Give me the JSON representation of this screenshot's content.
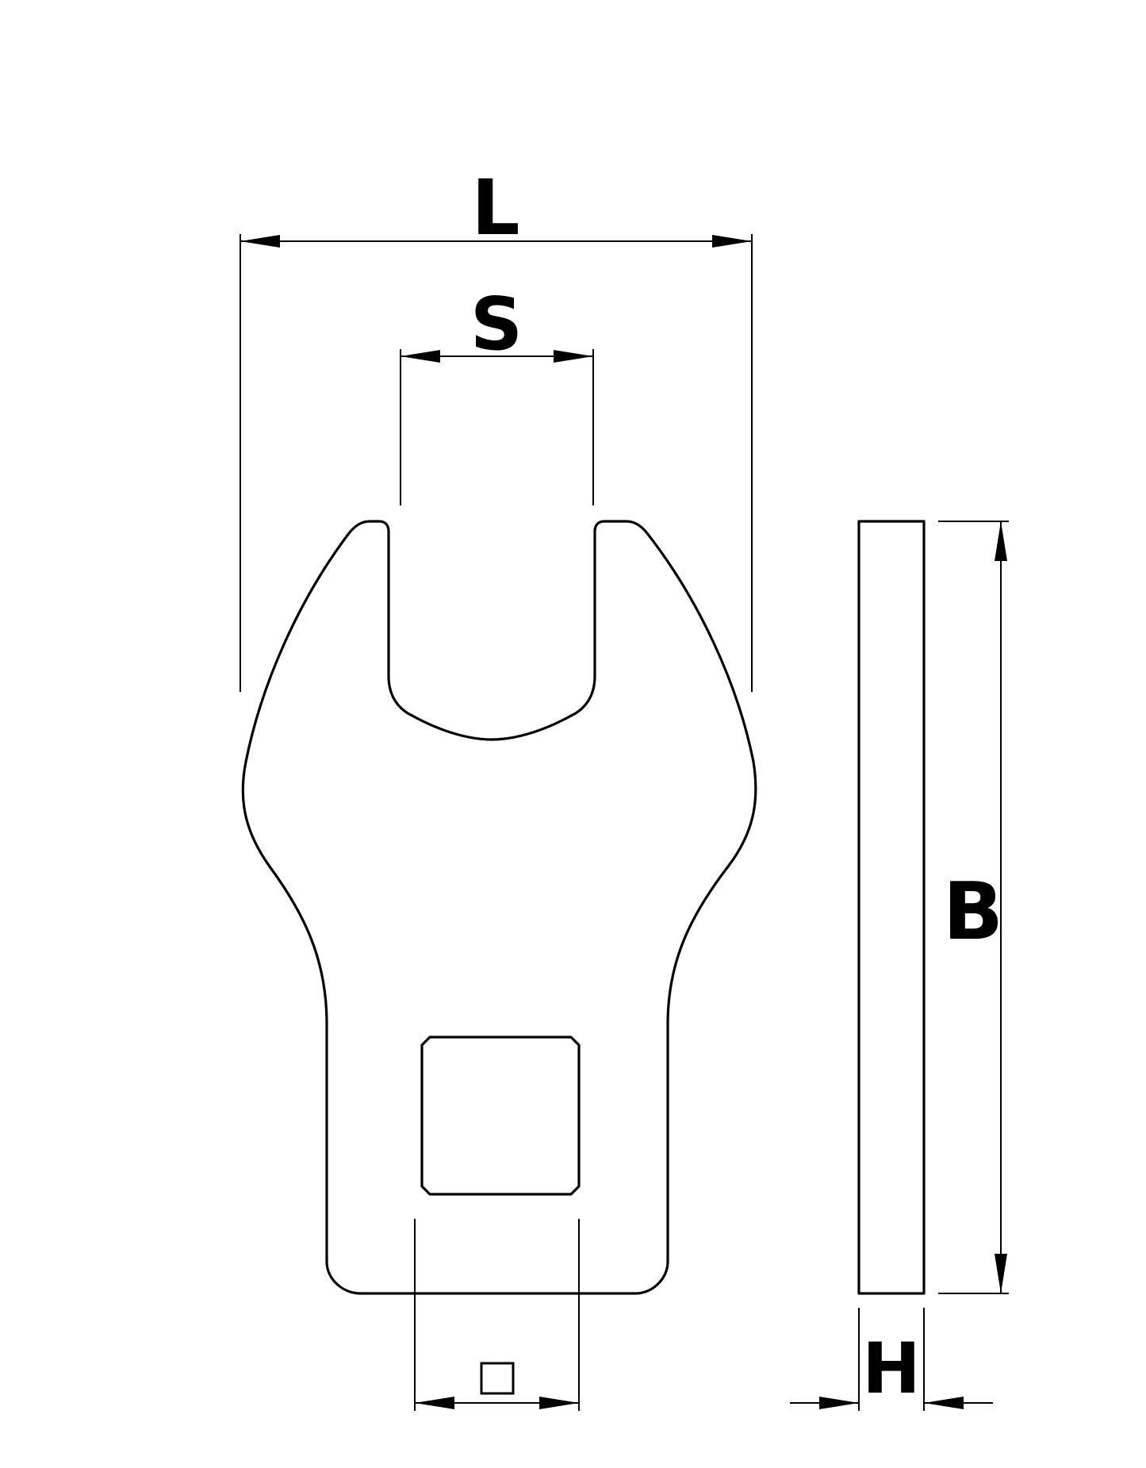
{
  "labels": {
    "L": "L",
    "S": "S",
    "B": "B",
    "H": "H",
    "square": "□"
  },
  "colors": {
    "stroke": "#000000",
    "background": "#ffffff"
  }
}
